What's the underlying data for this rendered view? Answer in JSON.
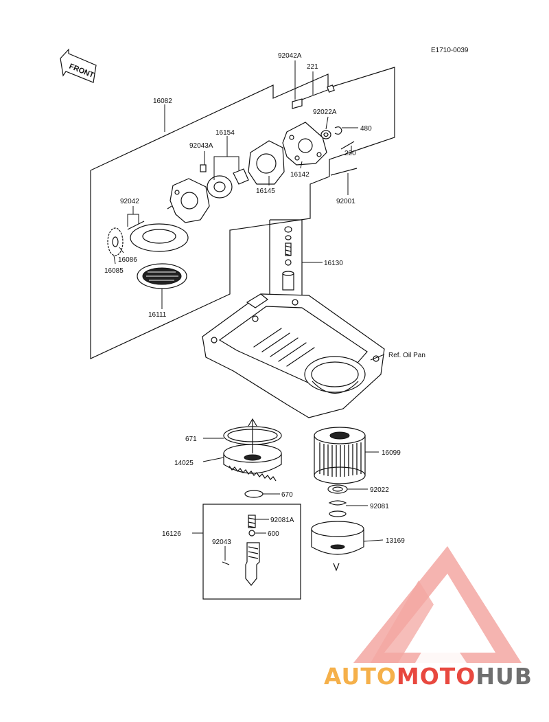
{
  "diagram": {
    "code": "E1710-0039",
    "front_label": "FRONT",
    "ref_note": "Ref. Oil Pan",
    "parts": [
      {
        "id": "p92042A",
        "number": "92042A"
      },
      {
        "id": "p221",
        "number": "221"
      },
      {
        "id": "p16082",
        "number": "16082"
      },
      {
        "id": "p92022A",
        "number": "92022A"
      },
      {
        "id": "p480",
        "number": "480"
      },
      {
        "id": "p16154",
        "number": "16154"
      },
      {
        "id": "p92043A",
        "number": "92043A"
      },
      {
        "id": "p220",
        "number": "220"
      },
      {
        "id": "p16142",
        "number": "16142"
      },
      {
        "id": "p16145",
        "number": "16145"
      },
      {
        "id": "p92001",
        "number": "92001"
      },
      {
        "id": "p92042",
        "number": "92042"
      },
      {
        "id": "p16086",
        "number": "16086"
      },
      {
        "id": "p16085",
        "number": "16085"
      },
      {
        "id": "p16130",
        "number": "16130"
      },
      {
        "id": "p16111",
        "number": "16111"
      },
      {
        "id": "p671",
        "number": "671"
      },
      {
        "id": "p16099",
        "number": "16099"
      },
      {
        "id": "p14025",
        "number": "14025"
      },
      {
        "id": "p670",
        "number": "670"
      },
      {
        "id": "p92022",
        "number": "92022"
      },
      {
        "id": "p92081",
        "number": "92081"
      },
      {
        "id": "p92081A",
        "number": "92081A"
      },
      {
        "id": "p16126",
        "number": "16126"
      },
      {
        "id": "p600",
        "number": "600"
      },
      {
        "id": "p92043",
        "number": "92043"
      },
      {
        "id": "p13169",
        "number": "13169"
      }
    ]
  },
  "watermark": {
    "text_part1": "AUTO",
    "text_part2": "MOTO",
    "text_part3": "HUB",
    "color_orange": "#f5b04a",
    "color_red": "#e8483f",
    "color_gray": "#6f6f6f",
    "color_triangle": "#f3a7a2"
  }
}
